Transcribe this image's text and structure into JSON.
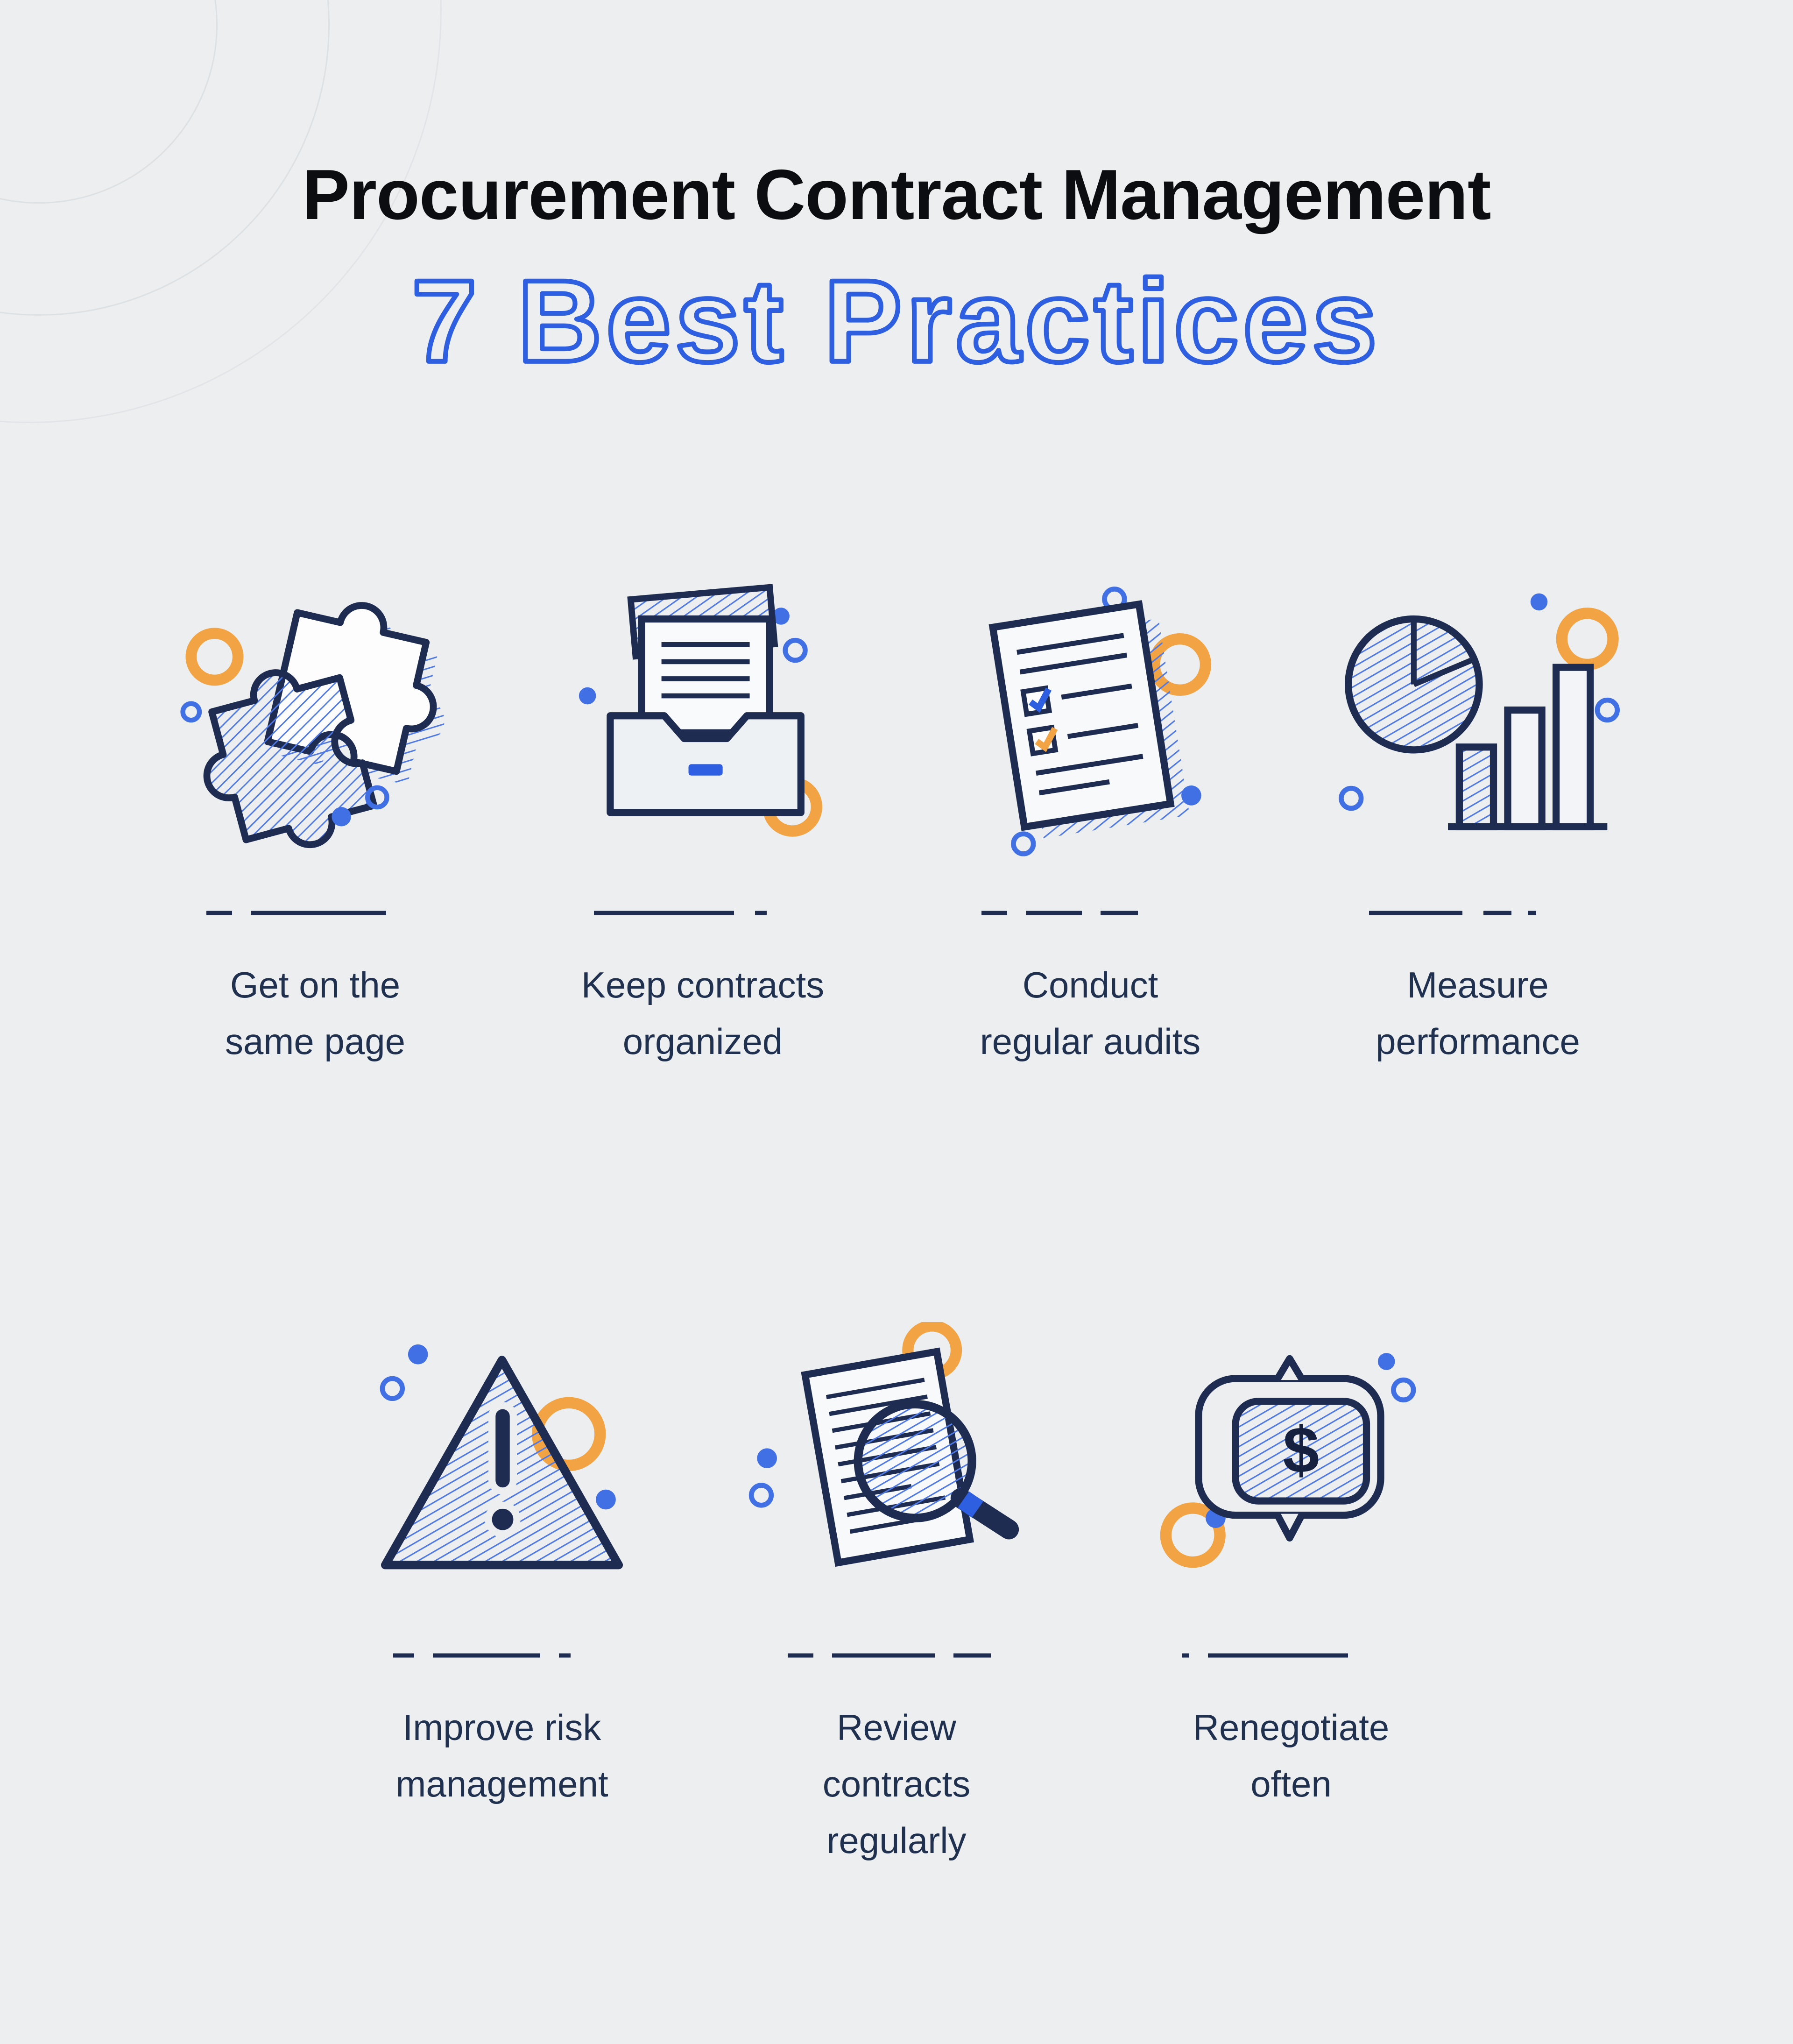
{
  "header": {
    "title": "Procurement Contract Management",
    "subtitle": "7 Best Practices"
  },
  "colors": {
    "background": "#eceef0",
    "title_text": "#0b0d10",
    "subtitle_outline": "#2d5fe0",
    "label_text": "#20304f",
    "icon_navy": "#1d2c50",
    "icon_blue": "#4170e4",
    "icon_orange": "#f2a444"
  },
  "practices": [
    {
      "icon": "puzzle-pieces-icon",
      "label": "Get on the\nsame page"
    },
    {
      "icon": "organized-contracts-tray-icon",
      "label": "Keep contracts\norganized"
    },
    {
      "icon": "audit-checklist-icon",
      "label": "Conduct\nregular audits"
    },
    {
      "icon": "performance-charts-icon",
      "label": "Measure\nperformance"
    },
    {
      "icon": "risk-warning-triangle-icon",
      "label": "Improve risk\nmanagement"
    },
    {
      "icon": "contract-review-magnifier-icon",
      "label": "Review\ncontracts\nregularly"
    },
    {
      "icon": "renegotiate-price-bubble-icon",
      "label": "Renegotiate\noften",
      "icon_text": "$"
    }
  ]
}
